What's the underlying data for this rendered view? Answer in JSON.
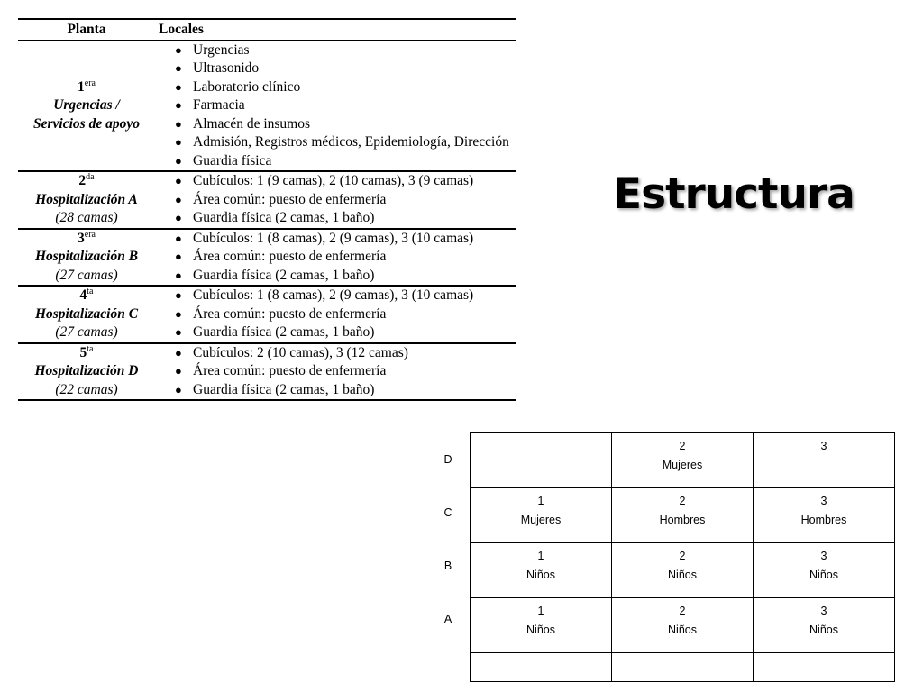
{
  "table": {
    "headers": {
      "planta": "Planta",
      "locales": "Locales"
    },
    "floors": [
      {
        "number": "1",
        "suffix": "era",
        "name_lines": [
          "Urgencias /",
          "Servicios de apoyo"
        ],
        "count": "",
        "locales": [
          "Urgencias",
          "Ultrasonido",
          "Laboratorio clínico",
          "Farmacia",
          "Almacén de insumos",
          "Admisión, Registros médicos, Epidemiología, Dirección",
          "Guardia física"
        ]
      },
      {
        "number": "2",
        "suffix": "da",
        "name_lines": [
          "Hospitalización A"
        ],
        "count": "(28 camas)",
        "locales": [
          "Cubículos: 1 (9 camas), 2 (10 camas), 3 (9 camas)",
          "Área común: puesto de enfermería",
          "Guardia física (2 camas, 1 baño)"
        ]
      },
      {
        "number": "3",
        "suffix": "era",
        "name_lines": [
          "Hospitalización B"
        ],
        "count": "(27 camas)",
        "locales": [
          "Cubículos: 1 (8 camas), 2 (9 camas), 3 (10 camas)",
          "Área común: puesto de enfermería",
          "Guardia física (2 camas, 1 baño)"
        ]
      },
      {
        "number": "4",
        "suffix": "ta",
        "name_lines": [
          "Hospitalización C"
        ],
        "count": "(27 camas)",
        "locales": [
          "Cubículos: 1 (8 camas), 2 (9 camas), 3 (10 camas)",
          "Área común: puesto de enfermería",
          "Guardia física (2 camas, 1 baño)"
        ]
      },
      {
        "number": "5",
        "suffix": "ta",
        "name_lines": [
          "Hospitalización D"
        ],
        "count": "(22 camas)",
        "locales": [
          "Cubículos: 2 (10 camas), 3 (12 camas)",
          "Área común: puesto de enfermería",
          "Guardia física (2 camas, 1 baño)"
        ]
      }
    ]
  },
  "title": "Estructura",
  "grid": {
    "rows": [
      {
        "label": "D",
        "cells": [
          {
            "number": "",
            "type": ""
          },
          {
            "number": "2",
            "type": "Mujeres"
          },
          {
            "number": "3",
            "type": ""
          }
        ]
      },
      {
        "label": "C",
        "cells": [
          {
            "number": "1",
            "type": "Mujeres"
          },
          {
            "number": "2",
            "type": "Hombres"
          },
          {
            "number": "3",
            "type": "Hombres"
          }
        ]
      },
      {
        "label": "B",
        "cells": [
          {
            "number": "1",
            "type": "Niños"
          },
          {
            "number": "2",
            "type": "Niños"
          },
          {
            "number": "3",
            "type": "Niños"
          }
        ]
      },
      {
        "label": "A",
        "cells": [
          {
            "number": "1",
            "type": "Niños"
          },
          {
            "number": "2",
            "type": "Niños"
          },
          {
            "number": "3",
            "type": "Niños"
          }
        ]
      },
      {
        "label": "",
        "cells": [
          {
            "number": "",
            "type": ""
          },
          {
            "number": "",
            "type": ""
          },
          {
            "number": "",
            "type": ""
          }
        ]
      }
    ]
  }
}
